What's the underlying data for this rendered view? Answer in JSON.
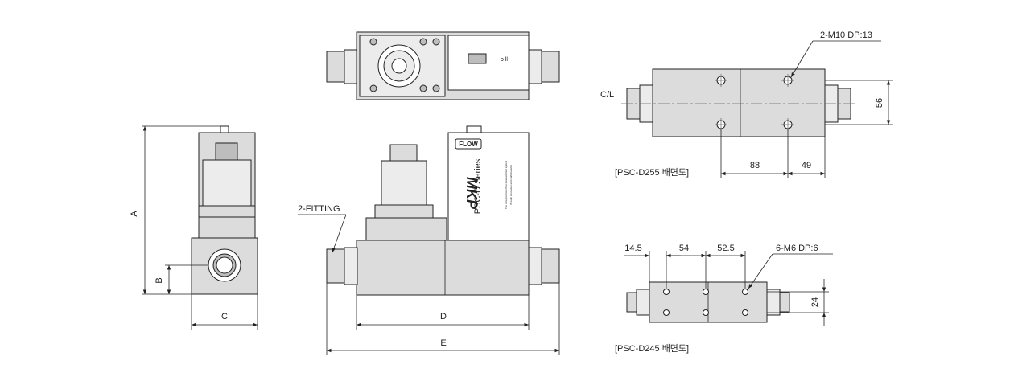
{
  "labels": {
    "fitting": "2-FITTING",
    "dim_a": "A",
    "dim_b": "B",
    "dim_c": "C",
    "dim_d": "D",
    "dim_e": "E",
    "centerline": "C/L",
    "thread_top": "2-M10 DP:13",
    "thread_bottom": "6-M6 DP:6",
    "dim_56": "56",
    "dim_88": "88",
    "dim_49": "49",
    "dim_14_5": "14.5",
    "dim_54": "54",
    "dim_52_5": "52.5",
    "dim_24": "24",
    "caption_d255": "[PSC-D255 배면도]",
    "caption_d245": "[PSC-D245 배면도]"
  },
  "device": {
    "brand": "MKP",
    "series": "PSC-D Series",
    "flow_tag": "FLOW",
    "fine_print_1": "The ultra-precision flow measurement system",
    "fine_print_2": "through innovation and craftsmanship"
  }
}
